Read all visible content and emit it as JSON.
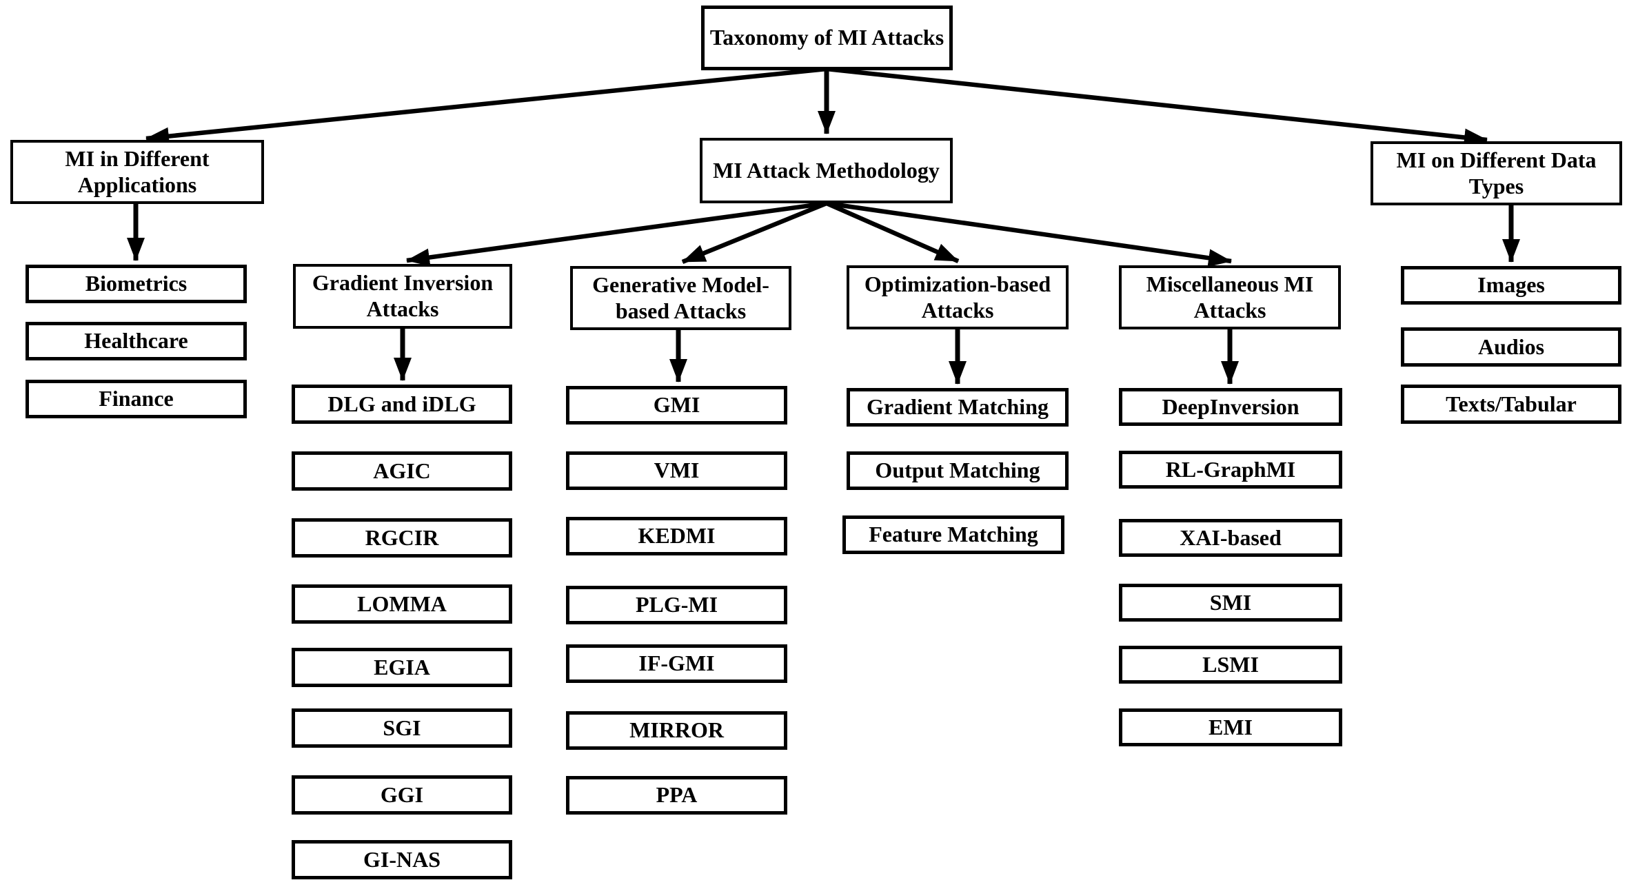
{
  "diagram_title": "Taxonomy of MI Attacks",
  "style": {
    "box_border_color": "#000000",
    "line_color": "#000000",
    "background_color": "#ffffff",
    "text_color": "#000000"
  },
  "tree": {
    "root": "Taxonomy of MI Attacks",
    "applications": {
      "label": "MI in Different Applications",
      "items": [
        "Biometrics",
        "Healthcare",
        "Finance"
      ]
    },
    "methodology": {
      "label": "MI Attack Methodology",
      "gradient_inversion": {
        "label": "Gradient Inversion Attacks",
        "items": [
          "DLG and iDLG",
          "AGIC",
          "RGCIR",
          "LOMMA",
          "EGIA",
          "SGI",
          "GGI",
          "GI-NAS"
        ]
      },
      "generative": {
        "label": "Generative Model-based Attacks",
        "items": [
          "GMI",
          "VMI",
          "KEDMI",
          "PLG-MI",
          "IF-GMI",
          "MIRROR",
          "PPA"
        ]
      },
      "optimization": {
        "label": "Optimization-based Attacks",
        "items": [
          "Gradient Matching",
          "Output Matching",
          "Feature Matching"
        ]
      },
      "miscellaneous": {
        "label": "Miscellaneous MI Attacks",
        "items": [
          "DeepInversion",
          "RL-GraphMI",
          "XAI-based",
          "SMI",
          "LSMI",
          "EMI"
        ]
      }
    },
    "data_types": {
      "label": "MI on Different Data Types",
      "items": [
        "Images",
        "Audios",
        "Texts/Tabular"
      ]
    }
  }
}
